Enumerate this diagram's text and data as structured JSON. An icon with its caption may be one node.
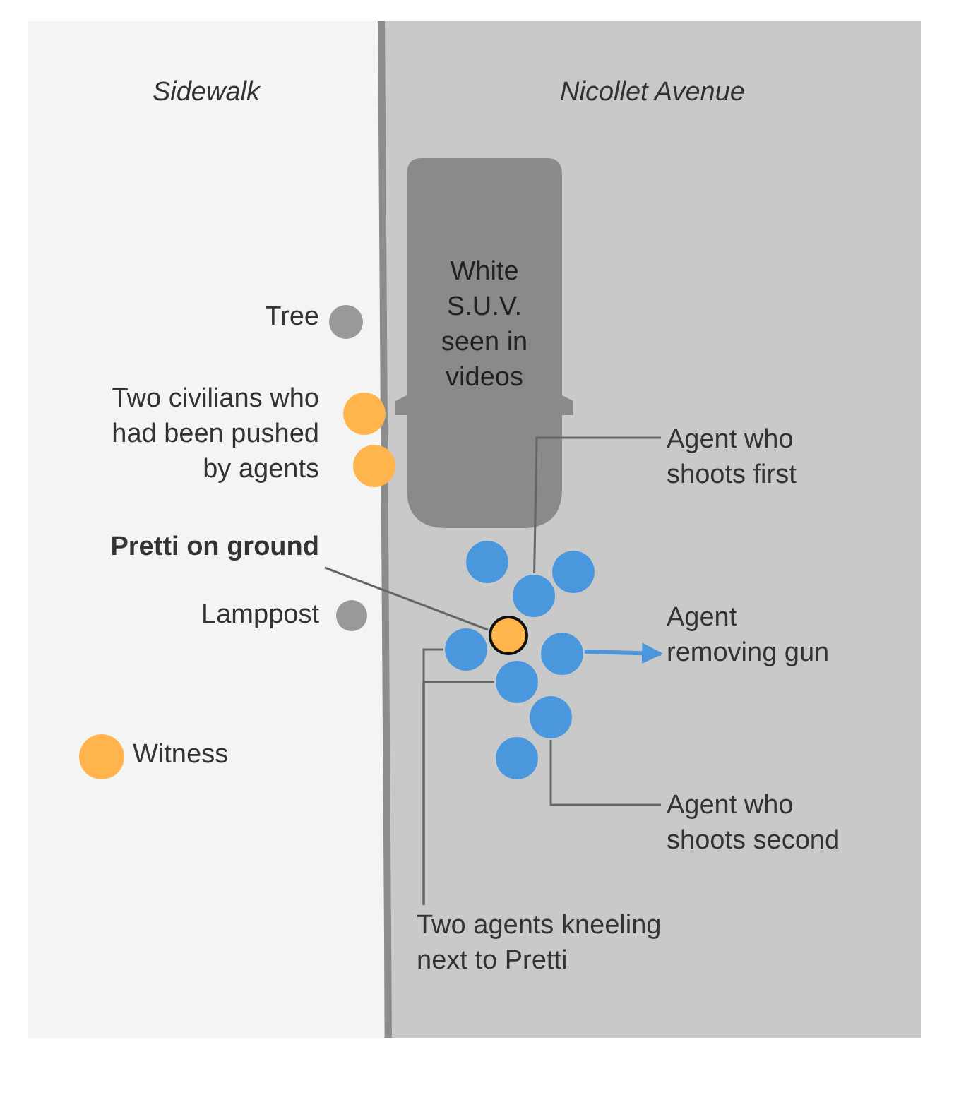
{
  "diagram": {
    "nodes": [
      {
        "text": [
          "Sidewalk"
        ]
      },
      {
        "text": [
          "Nicollet Avenue"
        ]
      },
      {
        "text": [
          "White S.U.V. seen in videos"
        ],
        "in": 1
      },
      {
        "text": [],
        "shape": "circle",
        "in": 0,
        "beside": [
          "Tree"
        ]
      },
      {
        "text": [],
        "shape": "circle",
        "in": 0
      },
      {
        "text": [],
        "shape": "circle",
        "in": 0
      },
      {
        "text": [
          "Agent who shoots first"
        ],
        "in": 1
      },
      {
        "text": [
          "Pretti on ground"
        ],
        "in": 0
      },
      {
        "text": [],
        "shape": "circle",
        "in": 1
      },
      {
        "text": [],
        "shape": "circle",
        "in": 1
      },
      {
        "text": [],
        "shape": "circle",
        "in": 1
      },
      {
        "text": [],
        "shape": "circle",
        "in": 0,
        "beside": [
          "Lamppost"
        ]
      },
      {
        "text": [],
        "shape": "circle",
        "in": 1
      },
      {
        "text": [
          "Agent removing gun"
        ],
        "in": 1
      },
      {
        "text": [],
        "shape": "circle",
        "in": 1
      },
      {
        "text": [],
        "shape": "circle",
        "in": 1
      },
      {
        "text": [],
        "shape": "circle",
        "in": 1
      },
      {
        "text": [],
        "shape": "circle",
        "in": 1
      },
      {
        "text": [],
        "shape": "circle",
        "in": 0,
        "beside": [
          "Witness"
        ]
      },
      {
        "text": [],
        "shape": "circle",
        "in": 1
      },
      {
        "text": [
          "Agent who shoots second"
        ],
        "in": 1
      },
      {
        "text": [
          "Two agents kneeling next to Pretti"
        ],
        "in": 1
      }
    ],
    "edges": [
      {
        "from": 7,
        "to": 12,
        "arrow": "none"
      },
      {
        "from": 6,
        "to": 10,
        "arrow": "none"
      },
      {
        "from": 15,
        "to": 13,
        "arrow": "to",
        "color": "#4a97dd",
        "style": "thick"
      },
      {
        "from": 20,
        "to": 17,
        "arrow": "none"
      },
      {
        "from": 21,
        "to": 14,
        "arrow": "none"
      },
      {
        "from": 21,
        "to": 16,
        "arrow": "none"
      }
    ],
    "labels": [
      "Two civilians who had been pushed by agents"
    ]
  }
}
